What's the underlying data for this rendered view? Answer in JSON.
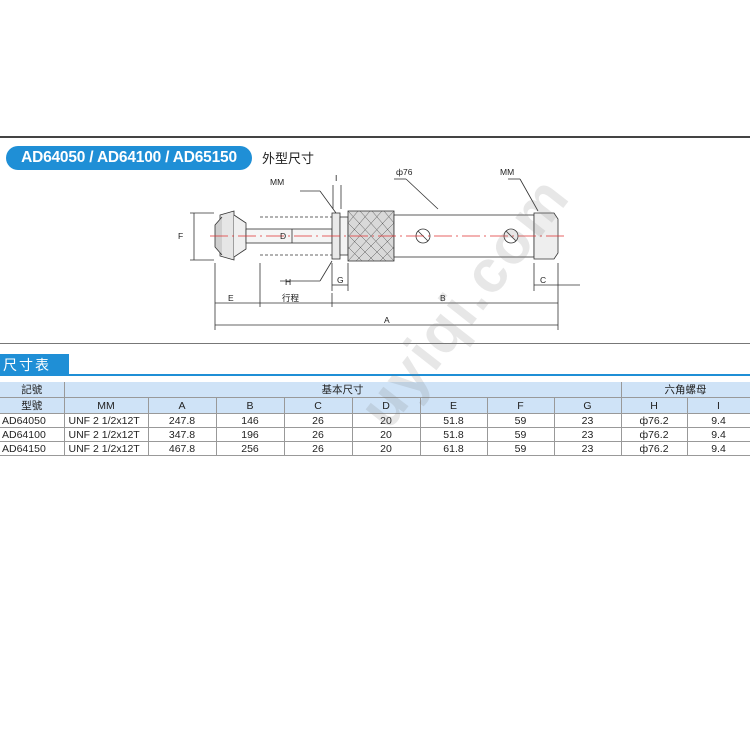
{
  "header": {
    "models_title": "AD64050 / AD64100 / AD65150",
    "outline_title": "外型尺寸"
  },
  "drawing": {
    "labels": {
      "mm_left": "MM",
      "i": "I",
      "phi76": "ф76",
      "mm_right": "MM",
      "f": "F",
      "d": "D",
      "h": "H",
      "g": "G",
      "c": "C",
      "e": "E",
      "stroke": "行程",
      "b": "B",
      "a": "A"
    }
  },
  "section": {
    "title": "尺寸表"
  },
  "table": {
    "corner_top": "記號",
    "corner_bottom": "型號",
    "group_basic": "基本尺寸",
    "group_nut": "六角螺母",
    "columns": [
      "MM",
      "A",
      "B",
      "C",
      "D",
      "E",
      "F",
      "G",
      "H",
      "I"
    ],
    "rows": [
      {
        "model": "AD64050",
        "cells": [
          "UNF 2 1/2x12T",
          "247.8",
          "146",
          "26",
          "20",
          "51.8",
          "59",
          "23",
          "ф76.2",
          "9.4"
        ]
      },
      {
        "model": "AD64100",
        "cells": [
          "UNF 2 1/2x12T",
          "347.8",
          "196",
          "26",
          "20",
          "51.8",
          "59",
          "23",
          "ф76.2",
          "9.4"
        ]
      },
      {
        "model": "AD64150",
        "cells": [
          "UNF 2 1/2x12T",
          "467.8",
          "256",
          "26",
          "20",
          "61.8",
          "59",
          "23",
          "ф76.2",
          "9.4"
        ]
      }
    ]
  },
  "watermark": {
    "text": "uyiqi.com"
  },
  "colors": {
    "accent": "#1f8fd6",
    "header_fill": "#cfe3f7",
    "centerline": "#e03030"
  }
}
